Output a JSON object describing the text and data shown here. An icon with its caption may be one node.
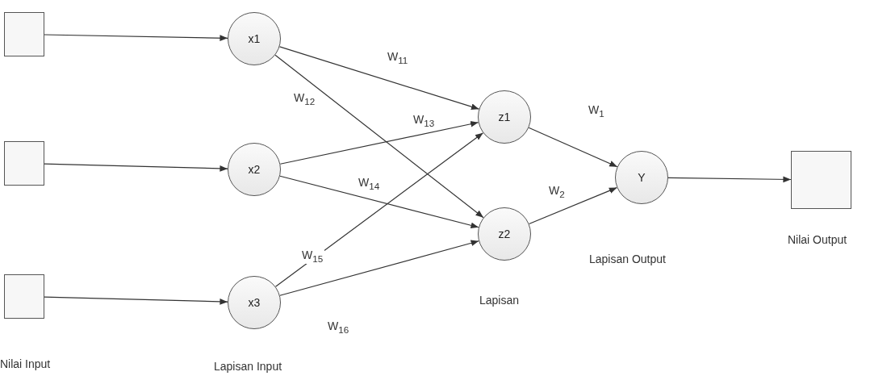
{
  "diagram": {
    "nodes": [
      {
        "text": [],
        "shape": "box"
      },
      {
        "text": [],
        "shape": "box"
      },
      {
        "text": [],
        "shape": "box",
        "beside": [
          "Nilai Input"
        ]
      },
      {
        "text": [
          "x1"
        ]
      },
      {
        "text": [
          "x2"
        ]
      },
      {
        "text": [
          "x3"
        ],
        "beside": [
          "Lapisan Input"
        ]
      },
      {
        "text": [
          "z1"
        ]
      },
      {
        "text": [
          "z2"
        ],
        "beside": [
          "Lapisan"
        ]
      },
      {
        "text": [
          "Y"
        ]
      },
      {
        "text": [],
        "shape": "box",
        "beside": [
          "Nilai Output"
        ]
      }
    ],
    "edges": [
      {
        "from": 0,
        "to": 3,
        "arrow": "to"
      },
      {
        "from": 1,
        "to": 4,
        "arrow": "to"
      },
      {
        "from": 2,
        "to": 5,
        "arrow": "to"
      },
      {
        "from": 3,
        "to": 6,
        "arrow": "to",
        "label": "W$_{11}$"
      },
      {
        "from": 3,
        "to": 7,
        "arrow": "to",
        "label": "W$_{12}$"
      },
      {
        "from": 4,
        "to": 6,
        "arrow": "to",
        "label": "W$_{13}$"
      },
      {
        "from": 4,
        "to": 7,
        "arrow": "to",
        "label": "W$_{14}$"
      },
      {
        "from": 5,
        "to": 6,
        "arrow": "to",
        "label": "W$_{15}$"
      },
      {
        "from": 5,
        "to": 7,
        "arrow": "to",
        "label": "W$_{16}$"
      },
      {
        "from": 6,
        "to": 8,
        "arrow": "to",
        "label": "W$_{1}$"
      },
      {
        "from": 7,
        "to": 8,
        "arrow": "to",
        "label": "W$_{2}$"
      },
      {
        "from": 8,
        "to": 9,
        "arrow": "to"
      }
    ],
    "labels": [
      "Lapisan Output"
    ]
  }
}
